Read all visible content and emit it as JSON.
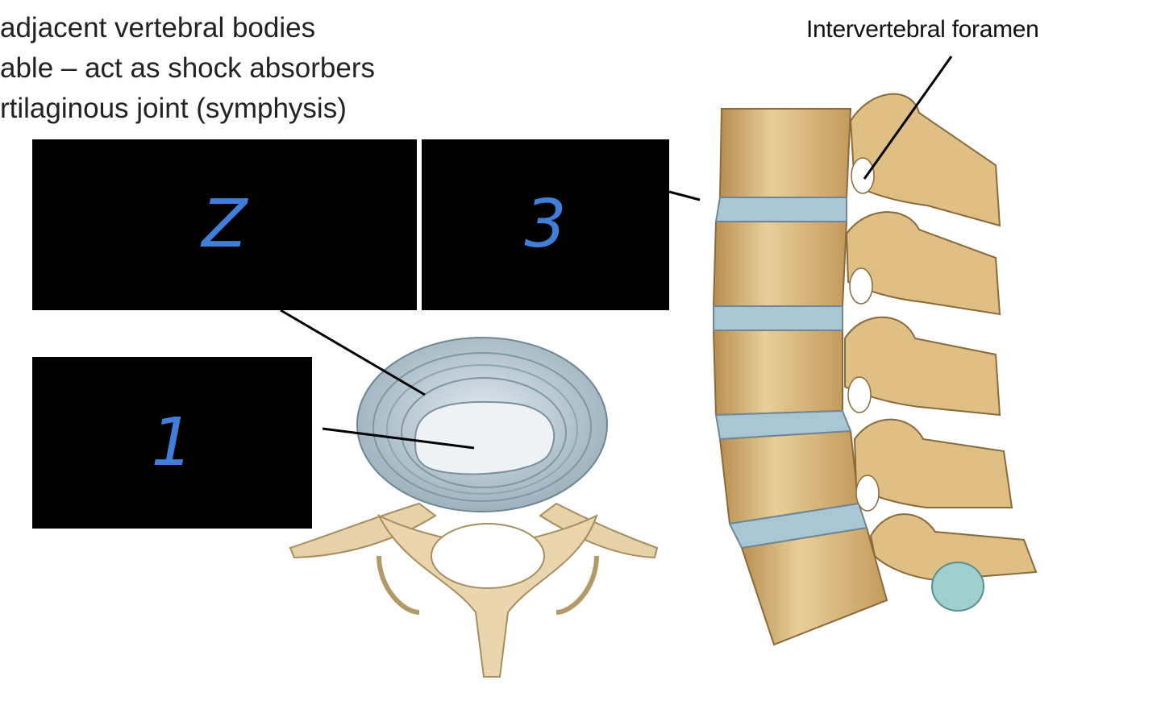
{
  "bullets": [
    "adjacent vertebral bodies",
    "able – act as shock absorbers",
    "rtilaginous joint (symphysis)"
  ],
  "caption": "Intervertebral foramen",
  "label_boxes": [
    {
      "id": "box-1",
      "answer": "1"
    },
    {
      "id": "box-2",
      "answer": "Z"
    },
    {
      "id": "box-3",
      "answer": "3"
    }
  ],
  "colors": {
    "box": "#000000",
    "handwriting": "#3f7fd9",
    "bone": "#e2c48c",
    "disc": "#a9c6d4",
    "nucleus": "#eef2f4"
  }
}
